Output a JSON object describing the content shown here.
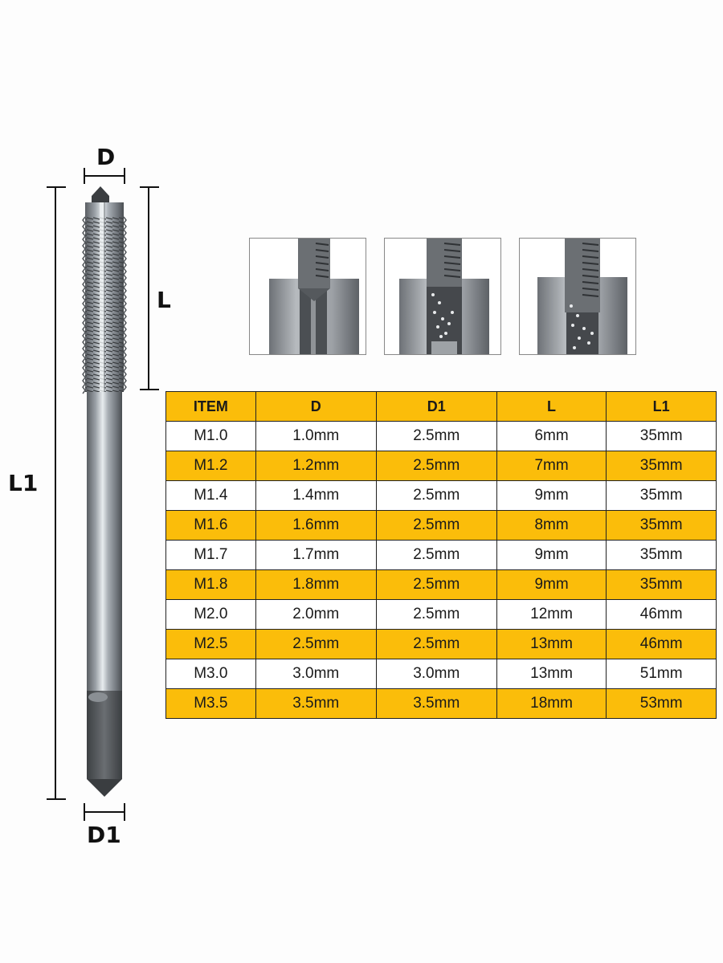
{
  "dimensions": {
    "D": "D",
    "D1": "D1",
    "L": "L",
    "L1": "L1"
  },
  "illustrations": [
    {
      "name": "spiral-point-tap-entering-hole"
    },
    {
      "name": "tap-cutting-chips-partial"
    },
    {
      "name": "tap-cutting-chips-deep"
    }
  ],
  "table": {
    "headers": [
      "ITEM",
      "D",
      "D1",
      "L",
      "L1"
    ],
    "rows": [
      [
        "M1.0",
        "1.0mm",
        "2.5mm",
        "6mm",
        "35mm"
      ],
      [
        "M1.2",
        "1.2mm",
        "2.5mm",
        "7mm",
        "35mm"
      ],
      [
        "M1.4",
        "1.4mm",
        "2.5mm",
        "9mm",
        "35mm"
      ],
      [
        "M1.6",
        "1.6mm",
        "2.5mm",
        "8mm",
        "35mm"
      ],
      [
        "M1.7",
        "1.7mm",
        "2.5mm",
        "9mm",
        "35mm"
      ],
      [
        "M1.8",
        "1.8mm",
        "2.5mm",
        "9mm",
        "35mm"
      ],
      [
        "M2.0",
        "2.0mm",
        "2.5mm",
        "12mm",
        "46mm"
      ],
      [
        "M2.5",
        "2.5mm",
        "2.5mm",
        "13mm",
        "46mm"
      ],
      [
        "M3.0",
        "3.0mm",
        "3.0mm",
        "13mm",
        "51mm"
      ],
      [
        "M3.5",
        "3.5mm",
        "3.5mm",
        "18mm",
        "53mm"
      ]
    ]
  },
  "colors": {
    "accent_yellow": "#fbbd0a",
    "row_white": "#ffffff",
    "border": "#222222"
  }
}
